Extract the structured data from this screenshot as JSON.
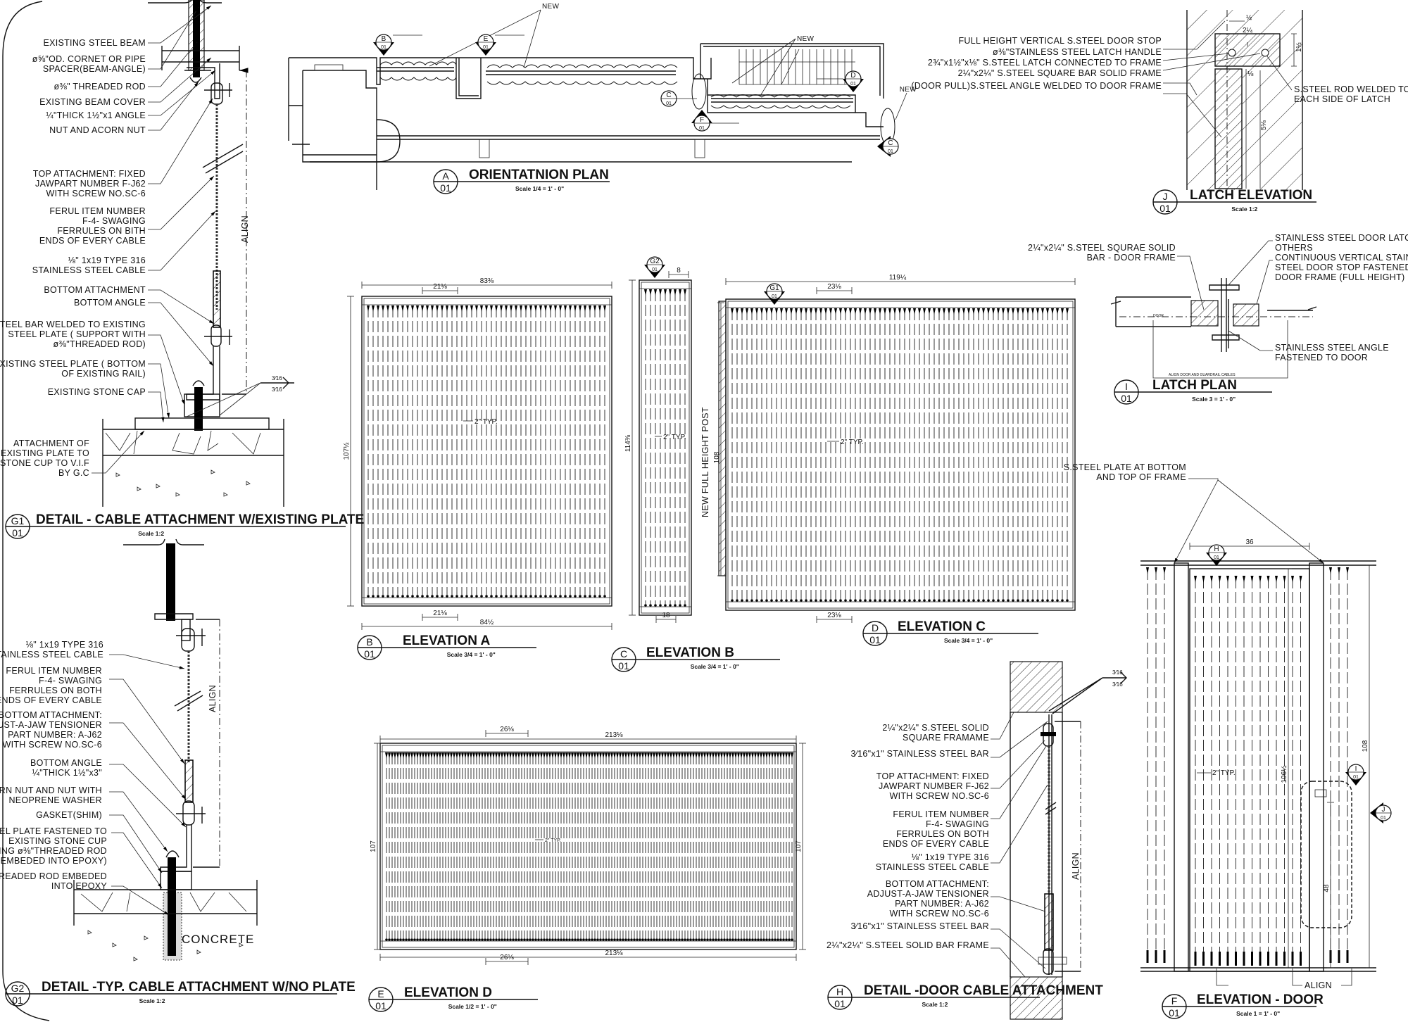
{
  "g1": {
    "ref": "G1",
    "sheet": "01",
    "title": "DETAIL - CABLE ATTACHMENT W/EXISTING PLATE",
    "scale": "Scale 1:2",
    "align": "ALIGN",
    "weld": [
      "3⁄16",
      "3⁄16"
    ],
    "labels": [
      [
        "EXISTING STEEL BEAM"
      ],
      [
        "ø⅝\"OD. CORNET OR PIPE",
        "SPACER(BEAM-ANGLE)"
      ],
      [
        "ø⅜\" THREADED ROD"
      ],
      [
        "EXISTING BEAM COVER"
      ],
      [
        "¼\"THICK 1½\"x1   ANGLE"
      ],
      [
        "NUT AND ACORN NUT"
      ],
      [
        "TOP ATTACHMENT: FIXED",
        "JAWPART NUMBER F-J62",
        "WITH SCREW NO.SC-6"
      ],
      [
        "FERUL ITEM NUMBER",
        "F-4- SWAGING",
        "FERRULES ON BITH",
        "ENDS OF EVERY CABLE"
      ],
      [
        "⅛\" 1x19 TYPE 316",
        "STAINLESS STEEL CABLE"
      ],
      [
        "BOTTOM ATTACHMENT"
      ],
      [
        "BOTTOM ANGLE"
      ],
      [
        "STEEL BAR WELDED TO EXISTING",
        "STEEL PLATE ( SUPPORT WITH",
        "ø⅜\"THREADED ROD)"
      ],
      [
        "EXISTING STEEL PLATE ( BOTTOM",
        "OF EXISTING RAIL)"
      ],
      [
        "EXISTING STONE CAP"
      ],
      [
        "ATTACHMENT OF",
        "EXISTING PLATE TO",
        "STONE CUP TO V.I.F",
        "BY G.C"
      ]
    ]
  },
  "g2": {
    "ref": "G2",
    "sheet": "01",
    "title": "DETAIL -TYP. CABLE ATTACHMENT W/NO PLATE",
    "scale": "Scale 1:2",
    "align": "ALIGN",
    "concrete": "CONCRETE",
    "labels": [
      [
        "⅛\" 1x19 TYPE 316",
        "STAINLESS STEEL CABLE"
      ],
      [
        "FERUL ITEM NUMBER",
        "F-4- SWAGING",
        "FERRULES ON BOTH",
        "ENDS OF EVERY CABLE"
      ],
      [
        "BOTTOM ATTACHMENT:",
        "ADJUST-A-JAW TENSIONER",
        "PART NUMBER: A-J62",
        "WITH SCREW NO.SC-6"
      ],
      [
        "BOTTOM ANGLE",
        "¼\"THICK 1½\"x3\""
      ],
      [
        "ACORN NUT AND NUT WITH",
        "NEOPRENE WASHER"
      ],
      [
        "GASKET(SHIM)"
      ],
      [
        "STEEL PLATE FASTENED TO",
        "EXISTING STONE CUP",
        "(USING ø⅜\"THREADED ROD",
        "EMBEDED INTO EPOXY)"
      ],
      [
        "ø⅜\"THREADED ROD EMBEDED",
        "INTO EPOXY"
      ]
    ]
  },
  "plan": {
    "ref": "A",
    "sheet": "01",
    "title": "ORIENTATNION PLAN",
    "scale": "Scale 1/4 = 1' - 0\"",
    "new_labels": [
      "NEW",
      "NEW",
      "NEW"
    ],
    "markers": [
      {
        "ref": "B",
        "sheet": "01"
      },
      {
        "ref": "E",
        "sheet": "01"
      },
      {
        "ref": "C",
        "sheet": "01"
      },
      {
        "ref": "F",
        "sheet": "01"
      },
      {
        "ref": "D",
        "sheet": "01"
      },
      {
        "ref": "C",
        "sheet": "01"
      }
    ]
  },
  "elev_a": {
    "ref": "B",
    "sheet": "01",
    "title": "ELEVATION A",
    "scale": "Scale 3/4 = 1' - 0\"",
    "dims": {
      "top_total": "83⅜",
      "top_bay": "21⅛",
      "height": "107½",
      "bottom_total": "84½",
      "bottom_bay": "21⅛",
      "spacing": "2\" TYP."
    }
  },
  "elev_b": {
    "ref": "C",
    "sheet": "01",
    "title": "ELEVATION B",
    "scale": "Scale 3/4 = 1' - 0\"",
    "section": {
      "ref": "G2",
      "sheet": "01"
    },
    "dims": {
      "top": "8",
      "height": "114⅜",
      "bottom": "18",
      "spacing": "2\" TYP."
    }
  },
  "elev_c": {
    "ref": "D",
    "sheet": "01",
    "title": "ELEVATION C",
    "scale": "Scale 3/4 = 1' - 0\"",
    "section": {
      "ref": "G1",
      "sheet": "01"
    },
    "post_label": "NEW FULL HEIGHT POST",
    "dims": {
      "top_total": "119¼",
      "top_bay": "23⅛",
      "post_height": "108",
      "bottom_bay": "23⅛",
      "spacing": "2\" TYP."
    }
  },
  "elev_d": {
    "ref": "E",
    "sheet": "01",
    "title": "ELEVATION D",
    "scale": "Scale 1/2 = 1' - 0\"",
    "dims": {
      "top_bay": "26⅛",
      "top_total": "213⅛",
      "left_height": "107",
      "right_height": "107",
      "bottom_bay": "26⅛",
      "bottom_total": "213⅛",
      "spacing": "2\" TYP."
    }
  },
  "latch_elev": {
    "ref": "J",
    "sheet": "01",
    "title": "LATCH ELEVATION",
    "scale": "Scale 1:2",
    "dims": {
      "offset": "½",
      "width": "2¼",
      "height": "1½",
      "gap": "⅛",
      "length": "5⅛"
    },
    "labels": [
      [
        "FULL HEIGHT VERTICAL S.STEEL DOOR STOP"
      ],
      [
        "ø⅜\"STAINLESS STEEL LATCH HANDLE"
      ],
      [
        "2¾\"x1½\"x⅛\"  S.STEEL LATCH CONNECTED TO FRAME"
      ],
      [
        "2¼\"x2¼\"  S.STEEL SQUARE BAR SOLID FRAME"
      ],
      [
        "(DOOR PULL)S.STEEL ANGLE WELDED TO DOOR FRAME"
      ]
    ],
    "rod_label": [
      "S.STEEL ROD WELDED TO",
      "EACH SIDE OF LATCH"
    ]
  },
  "latch_plan": {
    "ref": "I",
    "sheet": "01",
    "title": "LATCH PLAN",
    "scale": "Scale 3 = 1' - 0\"",
    "door_tag": "DOOR",
    "align_note": "ALIGN DOOR AND GUARDRAIL CABLES",
    "frame_label": [
      "2¼\"x2¼\" S.STEEL SQURAE SOLID",
      "BAR - DOOR FRAME"
    ],
    "right_labels": [
      [
        "STAINLESS STEEL DOOR LATCH BY",
        "OTHERS"
      ],
      [
        "CONTINUOUS VERTICAL STAINLESS",
        "STEEL DOOR STOP FASTENED TO",
        "DOOR FRAME (FULL HEIGHT)"
      ],
      [
        "STAINLESS STEEL ANGLE",
        "FASTENED TO DOOR"
      ]
    ]
  },
  "door_detail": {
    "ref": "H",
    "sheet": "01",
    "title": "DETAIL -DOOR CABLE ATTACHMENT",
    "scale": "Scale 1:2",
    "align": "ALIGN",
    "weld": [
      "3⁄16",
      "3⁄16"
    ],
    "labels": [
      [
        "2¼\"x2¼\" S.STEEL SOLID",
        "SQUARE  FRAMAME"
      ],
      [
        "3⁄16\"x1\"  STAINLESS STEEL BAR"
      ],
      [
        "TOP ATTACHMENT: FIXED",
        "JAWPART NUMBER F-J62",
        "WITH SCREW NO.SC-6"
      ],
      [
        "FERUL ITEM NUMBER",
        "F-4- SWAGING",
        "FERRULES ON BOTH",
        "ENDS OF EVERY CABLE"
      ],
      [
        "⅛\" 1x19 TYPE 316",
        "STAINLESS STEEL CABLE"
      ],
      [
        "BOTTOM ATTACHMENT:",
        "ADJUST-A-JAW TENSIONER",
        "PART NUMBER: A-J62",
        "WITH SCREW NO.SC-6"
      ],
      [
        "3⁄16\"x1\"  STAINLESS STEEL BAR"
      ],
      [
        "2¼\"x2¼\"  S.STEEL SOLID BAR FRAME"
      ]
    ]
  },
  "elev_door": {
    "ref": "F",
    "sheet": "01",
    "title": "ELEVATION - DOOR",
    "scale": "Scale 1 = 1' - 0\"",
    "section": {
      "ref": "H",
      "sheet": "01"
    },
    "latch_ref": {
      "ref": "I",
      "sheet": "01"
    },
    "pull_ref": {
      "ref": "J",
      "sheet": "01"
    },
    "plate_label": [
      "S.STEEL PLATE AT BOTTOM",
      "AND TOP OF FRAME"
    ],
    "align": "ALIGN",
    "dims": {
      "width": "36",
      "door_height": "106½",
      "frame_height": "108",
      "pull_height": "48",
      "spacing": "2\" TYP."
    }
  }
}
